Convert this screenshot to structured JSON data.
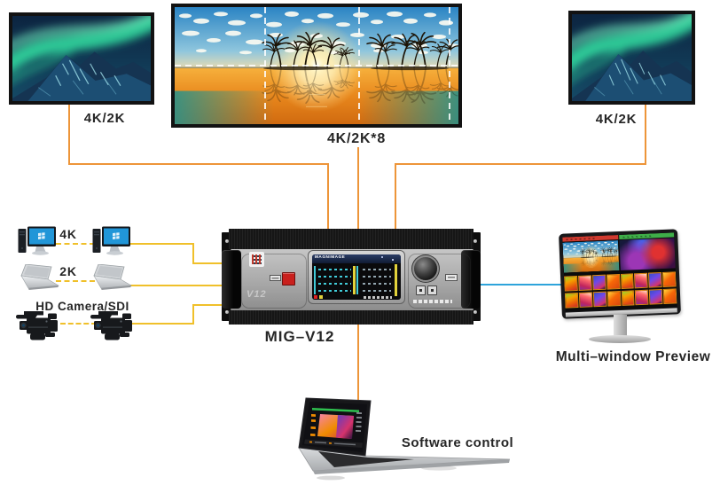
{
  "diagram": {
    "outputs": {
      "left_display_label": "4K/2K",
      "wall_label": "4K/2K*8",
      "right_display_label": "4K/2K",
      "wall_grid": {
        "vertical_dashed_pct": [
          32,
          65,
          97
        ],
        "horizontal_dashed_pct": 49
      }
    },
    "inputs": {
      "pc_label": "4K",
      "laptop_label": "2K",
      "camera_label": "HD Camera/SDI"
    },
    "device": {
      "model": "MIG–V12",
      "brand": "MAGNIMAGE",
      "etch": "V12"
    },
    "preview": {
      "label": "Multi–window Preview",
      "thumb_rows": 2,
      "thumb_cols": 8,
      "pgm_header_color": "#D03A2F",
      "pvw_header_color": "#3FAE49"
    },
    "software": {
      "label": "Software control"
    },
    "colors": {
      "output_line": "#ED9539",
      "input_line": "#F0C02A",
      "preview_line": "#2EA4DB",
      "label_text": "#262626",
      "power_button": "#C9201D",
      "screen_cyan": "#41CBD8",
      "screen_yellow": "#E2D23B",
      "thumb_border": "#E08A12"
    }
  }
}
